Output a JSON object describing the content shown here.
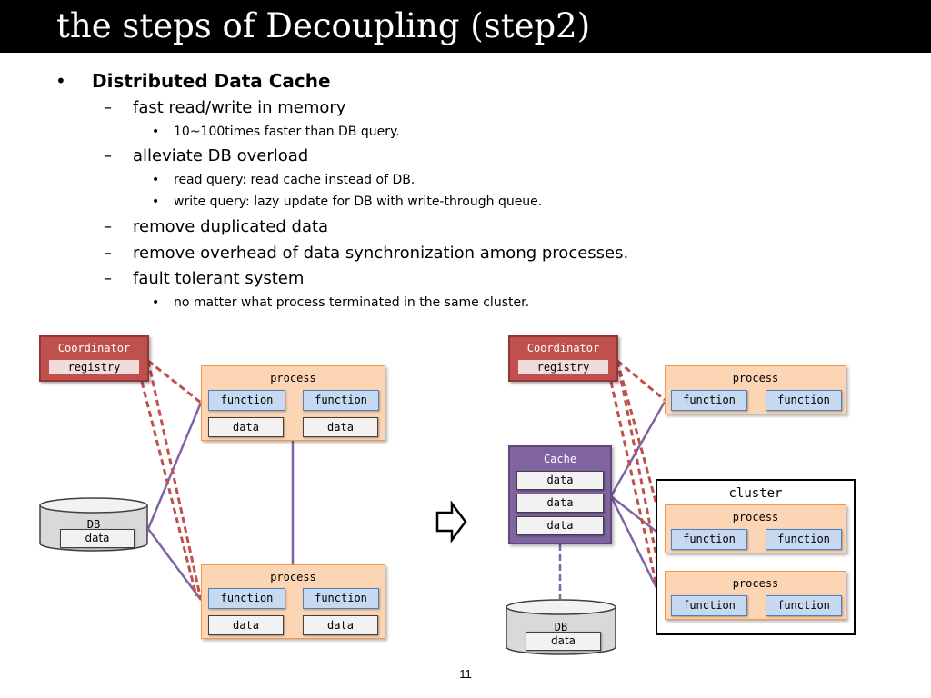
{
  "slide": {
    "title": "the steps of Decoupling (step2)",
    "page_number": "11"
  },
  "bullets": {
    "markers": {
      "level1": "•",
      "level2": "–",
      "level3": "•"
    },
    "heading": "Distributed Data Cache",
    "items": [
      {
        "text": "fast read/write in memory",
        "sub": [
          "10~100times faster than DB query."
        ]
      },
      {
        "text": "alleviate DB overload",
        "sub": [
          "read query: read cache instead of DB.",
          "write query: lazy update for DB with write-through queue."
        ]
      },
      {
        "text": "remove duplicated data",
        "sub": []
      },
      {
        "text": "remove overhead of data synchronization among processes.",
        "sub": []
      },
      {
        "text": "fault tolerant system",
        "sub": [
          "no matter what process terminated in the same cluster."
        ]
      }
    ]
  },
  "diagram": {
    "colors": {
      "coordinator": "#c0504d",
      "process": "#fcd5b4",
      "function": "#c6d9f1",
      "cache": "#8064a2",
      "link_purple": "#8064a2",
      "link_dashed_red": "#c0504d"
    },
    "before": {
      "coordinator": {
        "title": "Coordinator",
        "registry": "registry"
      },
      "process_top": {
        "label": "process",
        "functions": [
          "function",
          "function"
        ],
        "data": [
          "data",
          "data"
        ]
      },
      "process_bottom": {
        "label": "process",
        "functions": [
          "function",
          "function"
        ],
        "data": [
          "data",
          "data"
        ]
      },
      "db": {
        "label": "DB",
        "data": "data"
      }
    },
    "transition_arrow_icon": "hollow-right-arrow-icon",
    "after": {
      "coordinator": {
        "title": "Coordinator",
        "registry": "registry"
      },
      "process_top": {
        "label": "process",
        "functions": [
          "function",
          "function"
        ]
      },
      "cache": {
        "title": "Cache",
        "data": [
          "data",
          "data",
          "data"
        ]
      },
      "cluster": {
        "title": "cluster",
        "processes": [
          {
            "label": "process",
            "functions": [
              "function",
              "function"
            ]
          },
          {
            "label": "process",
            "functions": [
              "function",
              "function"
            ]
          }
        ]
      },
      "db": {
        "label": "DB",
        "data": "data"
      }
    }
  }
}
